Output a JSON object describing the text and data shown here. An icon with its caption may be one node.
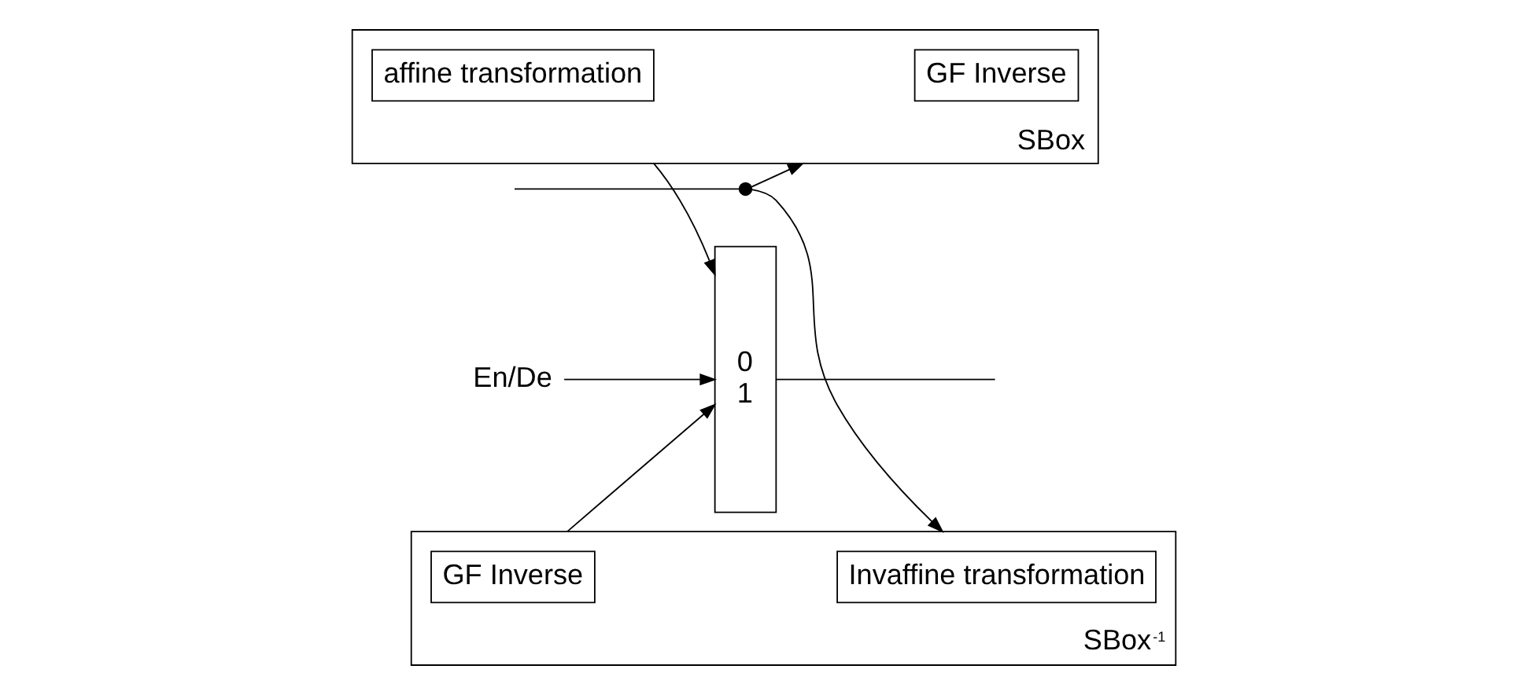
{
  "diagram": {
    "nodes": [
      {
        "text": [
          "SBox"
        ]
      },
      {
        "text": [
          "GF Inverse"
        ],
        "in": 0
      },
      {
        "text": [
          "affine transformation"
        ],
        "in": 0
      },
      {
        "text": [
          "SBox$^{-1}$"
        ]
      },
      {
        "text": [
          "Invaffine transformation"
        ],
        "in": 3
      },
      {
        "text": [
          "GF Inverse"
        ],
        "in": 3
      },
      {
        "text": [
          "0",
          "1"
        ]
      },
      {
        "text": [
          "En/De"
        ]
      },
      {
        "text": [],
        "shape": "circle"
      }
    ],
    "edges": [
      {
        "from": null,
        "to": 8,
        "arrow": "none"
      },
      {
        "from": 8,
        "to": 0,
        "arrow": "to"
      },
      {
        "from": 8,
        "to": 3,
        "arrow": "to"
      },
      {
        "from": 0,
        "to": 6,
        "arrow": "to"
      },
      {
        "from": 3,
        "to": 6,
        "arrow": "to"
      },
      {
        "from": 7,
        "to": 6,
        "arrow": "to"
      },
      {
        "from": 6,
        "to": null,
        "arrow": "none"
      }
    ]
  }
}
